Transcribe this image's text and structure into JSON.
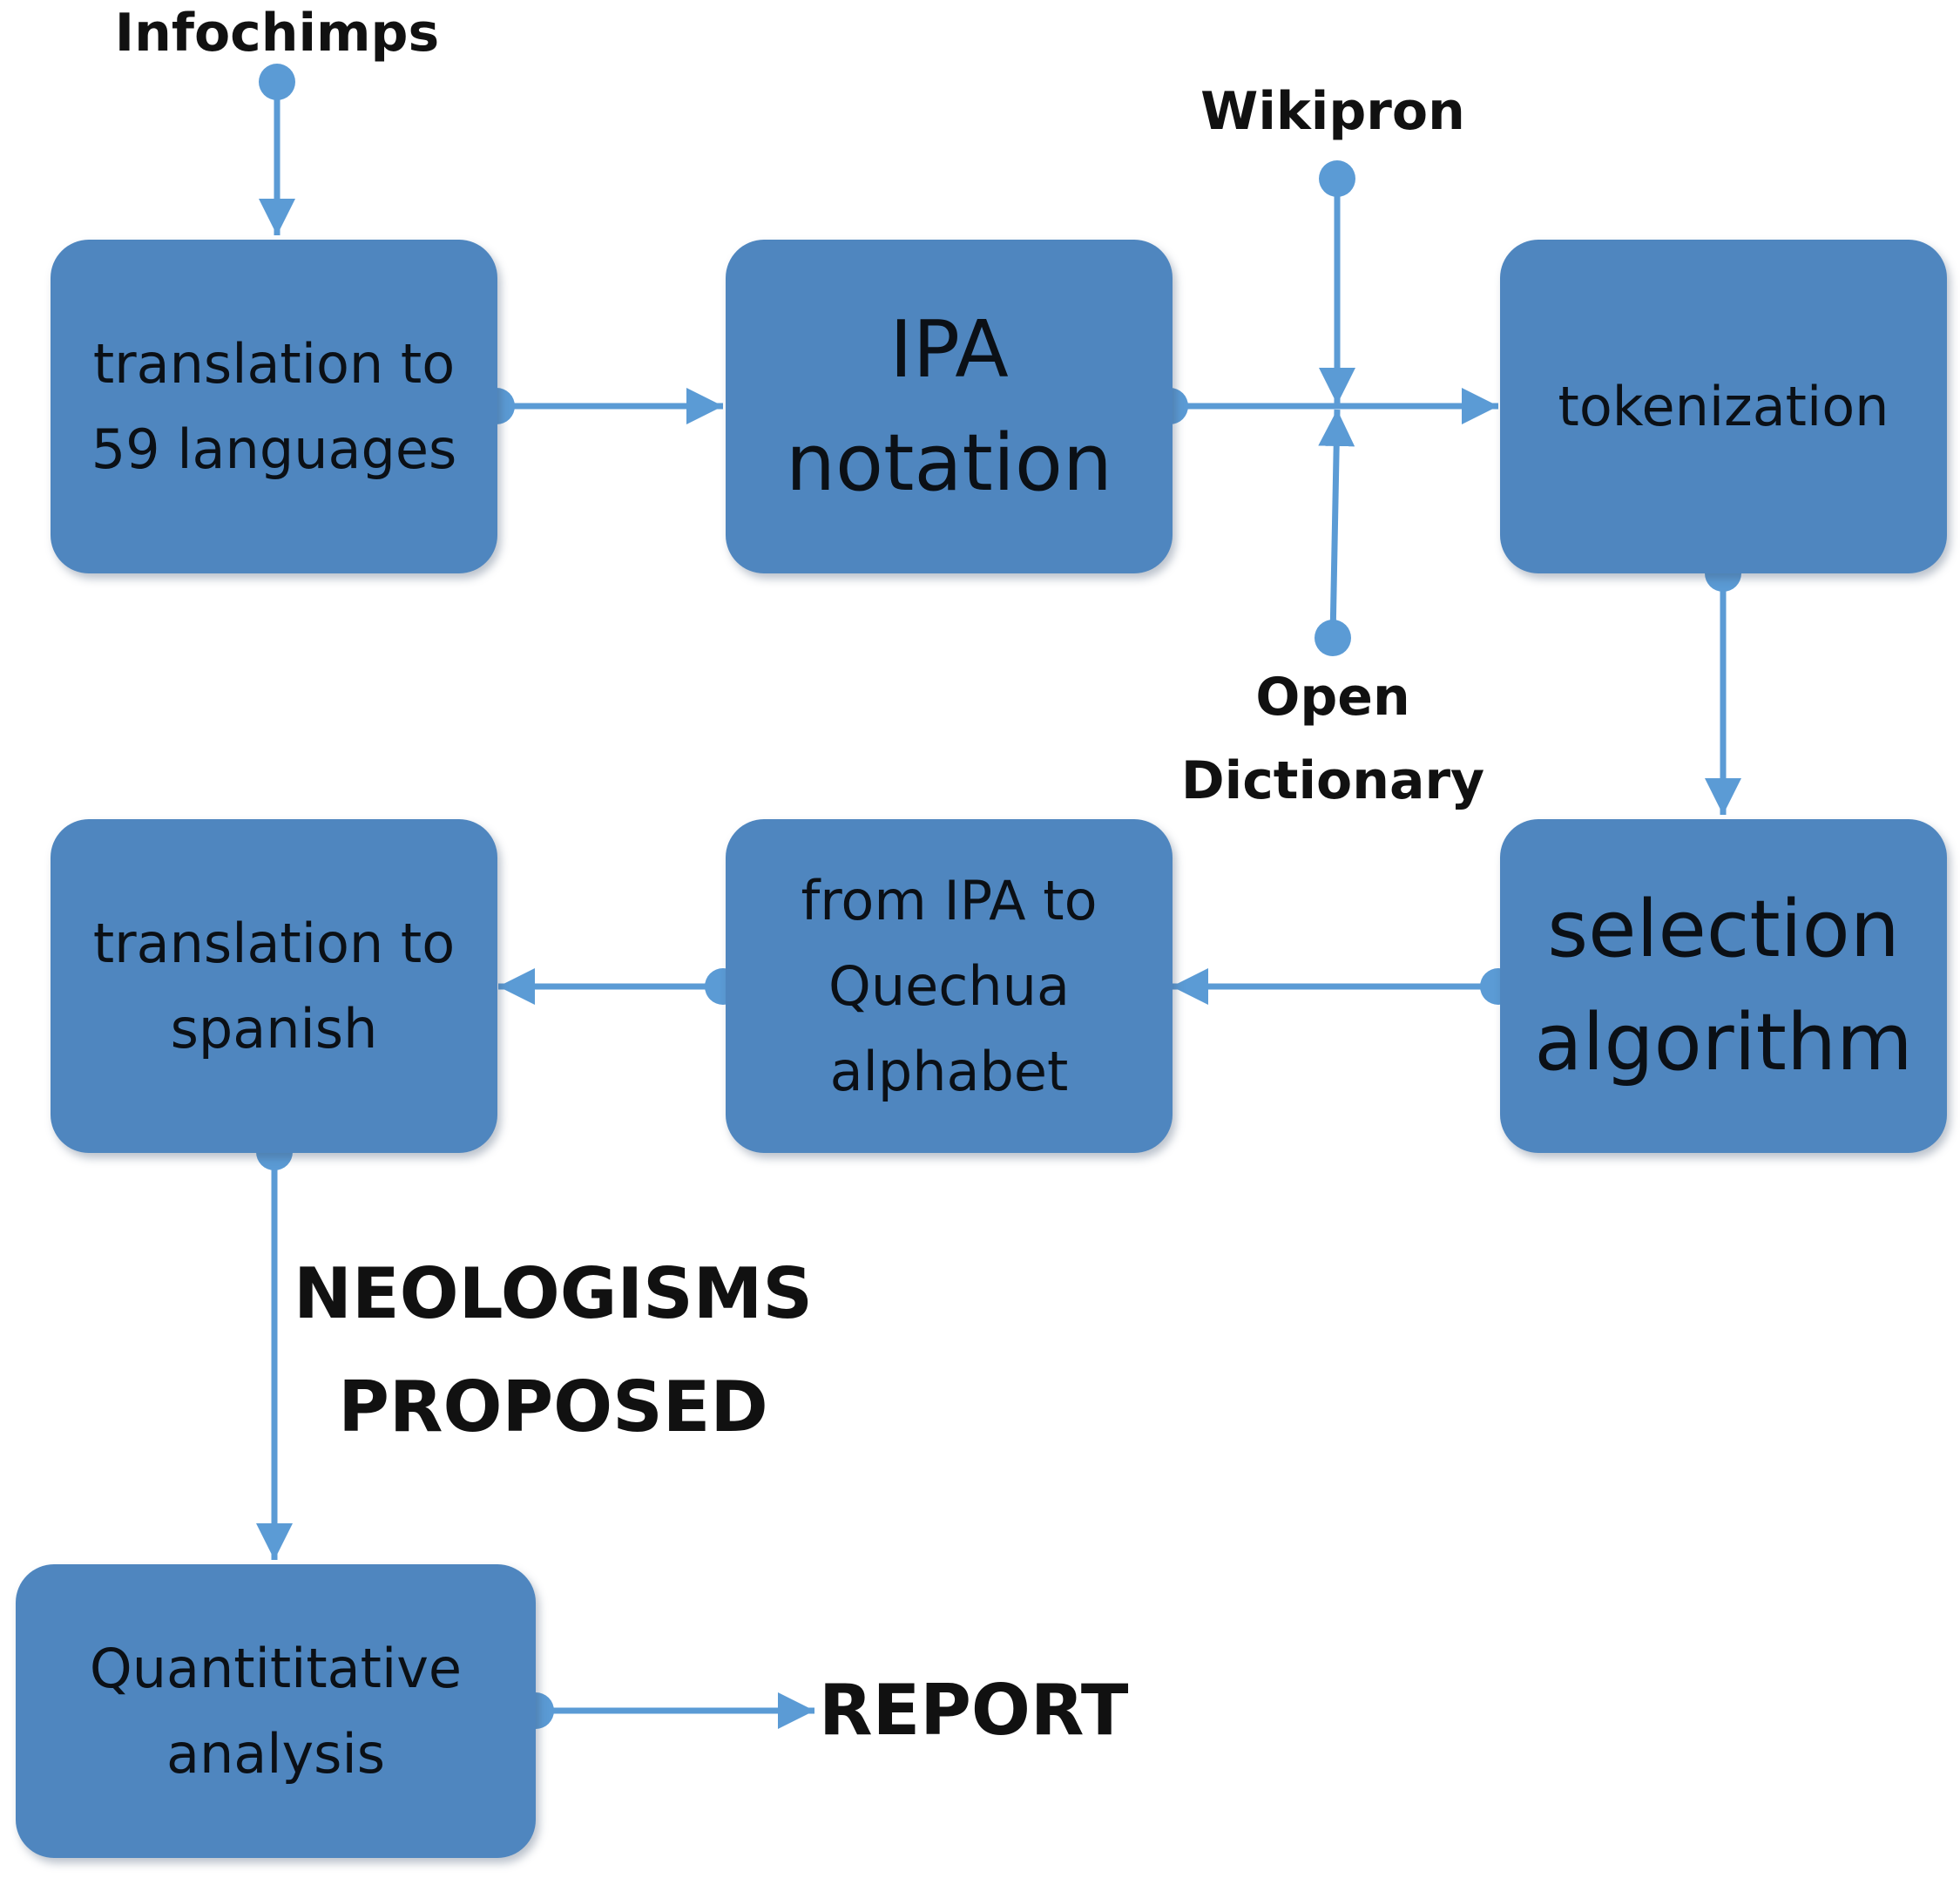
{
  "nodes": {
    "translate59": [
      "translation to",
      "59 languages"
    ],
    "ipa": [
      "IPA",
      "notation"
    ],
    "tokenization": [
      "tokenization"
    ],
    "selection": [
      "selection",
      "algorithm"
    ],
    "ipa_quechua": [
      "from IPA to",
      "Quechua",
      "alphabet"
    ],
    "translate_es": [
      "translation to",
      "spanish"
    ],
    "quant": [
      "Quantititative",
      "analysis"
    ]
  },
  "labels": {
    "infochimps": "Infochimps",
    "wikipron": "Wikipron",
    "open_dictionary": [
      "Open",
      "Dictionary"
    ],
    "neologisms": [
      "NEOLOGISMS",
      "PROPOSED"
    ],
    "report": "REPORT"
  },
  "colors": {
    "box": "#4f86bf",
    "connector": "#5b9bd5",
    "text": "#0b1016"
  }
}
